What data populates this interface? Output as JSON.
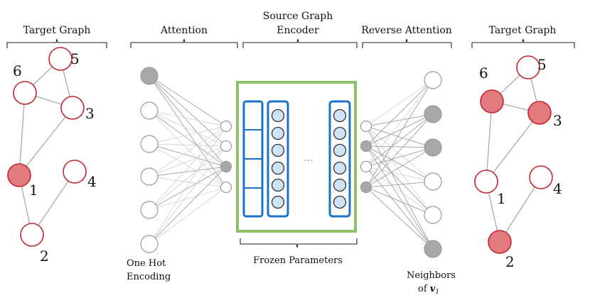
{
  "headers": {
    "left_target": "Target Graph",
    "attention": "Attention",
    "source_line1": "Source Graph",
    "source_line2": "Encoder",
    "reverse_attention": "Reverse Attention",
    "right_target": "Target Graph"
  },
  "captions": {
    "one_hot_line1": "One Hot",
    "one_hot_line2": "Encoding",
    "frozen": "Frozen Parameters",
    "neighbors_line1": "Neighbors",
    "neighbors_line2_prefix": "of ",
    "neighbors_var": "v",
    "neighbors_sub": "1",
    "ellipsis": "…"
  },
  "left_graph": {
    "highlight_color": "#e27a80",
    "nodes": [
      {
        "id": "1",
        "label": "1",
        "highlighted": true
      },
      {
        "id": "2",
        "label": "2",
        "highlighted": false
      },
      {
        "id": "3",
        "label": "3",
        "highlighted": false
      },
      {
        "id": "4",
        "label": "4",
        "highlighted": false
      },
      {
        "id": "5",
        "label": "5",
        "highlighted": false
      },
      {
        "id": "6",
        "label": "6",
        "highlighted": false
      }
    ],
    "edges": [
      [
        "6",
        "5"
      ],
      [
        "5",
        "3"
      ],
      [
        "6",
        "3"
      ],
      [
        "6",
        "1"
      ],
      [
        "3",
        "1"
      ],
      [
        "1",
        "2"
      ],
      [
        "2",
        "4"
      ]
    ]
  },
  "right_graph": {
    "highlight_color": "#e27a80",
    "nodes": [
      {
        "id": "1",
        "label": "1",
        "highlighted": false
      },
      {
        "id": "2",
        "label": "2",
        "highlighted": true
      },
      {
        "id": "3",
        "label": "3",
        "highlighted": true
      },
      {
        "id": "4",
        "label": "4",
        "highlighted": false
      },
      {
        "id": "5",
        "label": "5",
        "highlighted": false
      },
      {
        "id": "6",
        "label": "6",
        "highlighted": true
      }
    ],
    "edges": [
      [
        "6",
        "5"
      ],
      [
        "5",
        "3"
      ],
      [
        "6",
        "3"
      ],
      [
        "6",
        "1"
      ],
      [
        "3",
        "1"
      ],
      [
        "1",
        "2"
      ],
      [
        "2",
        "4"
      ]
    ]
  },
  "attention": {
    "input_filled": [
      true,
      false,
      false,
      false,
      false,
      false
    ],
    "hidden_filled": [
      false,
      false,
      true,
      false
    ]
  },
  "reverse_attention": {
    "hidden_filled": [
      false,
      true,
      false,
      true
    ],
    "output_filled": [
      false,
      true,
      true,
      false,
      false,
      true
    ]
  },
  "colors": {
    "filled_node": "#a8a8a8",
    "frame": "#8dc26b",
    "encoder_bar": "#1a73c8",
    "neuron": "#cfe3f6"
  }
}
